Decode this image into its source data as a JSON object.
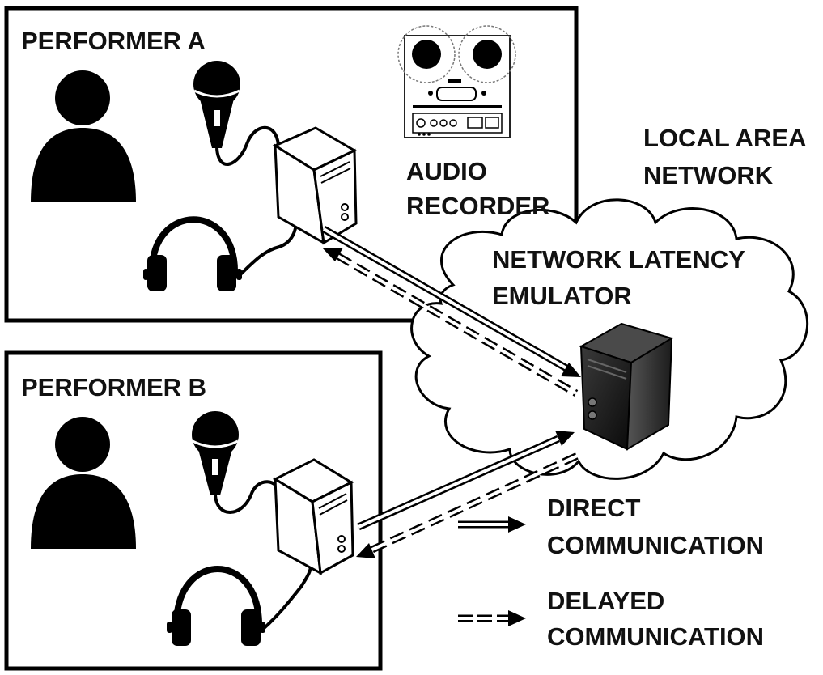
{
  "panels": {
    "performer_a": {
      "title": "PERFORMER A"
    },
    "performer_b": {
      "title": "PERFORMER B"
    }
  },
  "recorder": {
    "line1": "AUDIO",
    "line2": "RECORDER"
  },
  "network": {
    "lan_line1": "LOCAL AREA",
    "lan_line2": "NETWORK",
    "emulator_line1": "NETWORK LATENCY",
    "emulator_line2": "EMULATOR"
  },
  "legend": {
    "direct_line1": "DIRECT",
    "direct_line2": "COMMUNICATION",
    "delayed_line1": "DELAYED",
    "delayed_line2": "COMMUNICATION"
  },
  "icons": [
    "person-icon",
    "microphone-icon",
    "headphones-icon",
    "computer-tower-icon",
    "tape-recorder-icon",
    "server-icon",
    "cloud-icon"
  ]
}
